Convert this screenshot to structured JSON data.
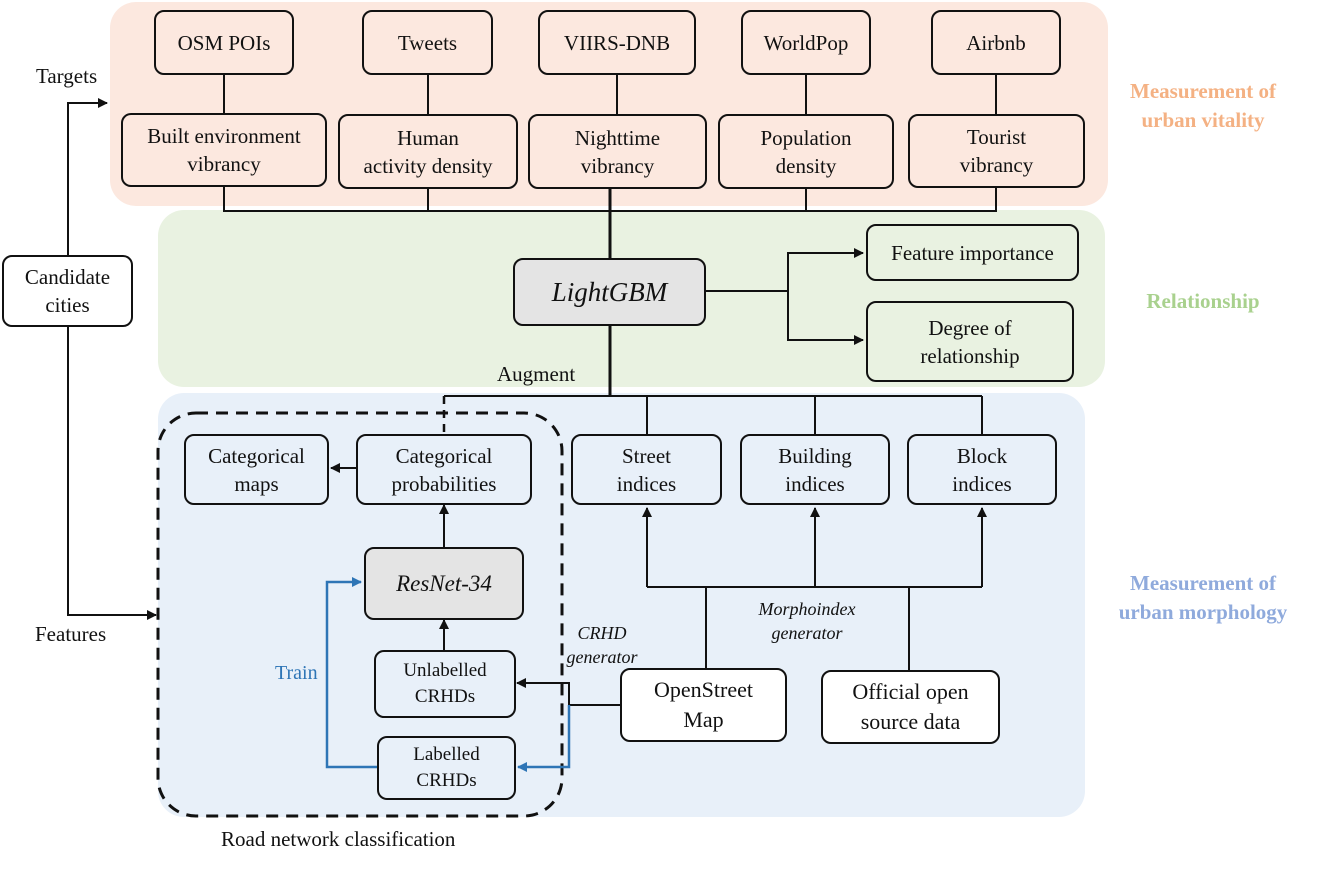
{
  "sources": [
    "OSM POIs",
    "Tweets",
    "VIIRS-DNB",
    "WorldPop",
    "Airbnb"
  ],
  "vitality_indicators": [
    [
      "Built environment",
      "vibrancy"
    ],
    [
      "Human",
      "activity density"
    ],
    [
      "Nighttime",
      "vibrancy"
    ],
    [
      "Population",
      "density"
    ],
    [
      "Tourist",
      "vibrancy"
    ]
  ],
  "model": "LightGBM",
  "outputs": {
    "feature_importance": "Feature importance",
    "degree_of_relationship": [
      "Degree of",
      "relationship"
    ]
  },
  "morph_indices": [
    [
      "Street",
      "indices"
    ],
    [
      "Building",
      "indices"
    ],
    [
      "Block",
      "indices"
    ]
  ],
  "classification": {
    "categorical_maps": [
      "Categorical",
      "maps"
    ],
    "categorical_probabilities": [
      "Categorical",
      "probabilities"
    ],
    "network": "ResNet-34",
    "unlabelled": [
      "Unlabelled",
      "CRHDs"
    ],
    "labelled": [
      "Labelled",
      "CRHDs"
    ],
    "train": "Train",
    "title": "Road network classification"
  },
  "data_sources": {
    "osm": [
      "OpenStreet",
      "Map"
    ],
    "official": [
      "Official open",
      "source data"
    ]
  },
  "generators": {
    "crhd": [
      "CRHD",
      "generator"
    ],
    "morphoindex": [
      "Morphoindex",
      "generator"
    ]
  },
  "augment": "Augment",
  "candidate_cities": [
    "Candidate",
    "cities"
  ],
  "targets": "Targets",
  "features": "Features",
  "section_titles": {
    "vitality": [
      "Measurement of",
      "urban vitality"
    ],
    "relationship": "Relationship",
    "morphology": [
      "Measurement of",
      "urban morphology"
    ]
  },
  "colors": {
    "vitality_bg": "#fce8df",
    "relationship_bg": "#e9f2e1",
    "morphology_bg": "#e8f0f9",
    "vitality_title": "#f4b183",
    "relationship_title": "#a9d18e",
    "morphology_title": "#8faadc",
    "train_arrow": "#2e75b6"
  }
}
